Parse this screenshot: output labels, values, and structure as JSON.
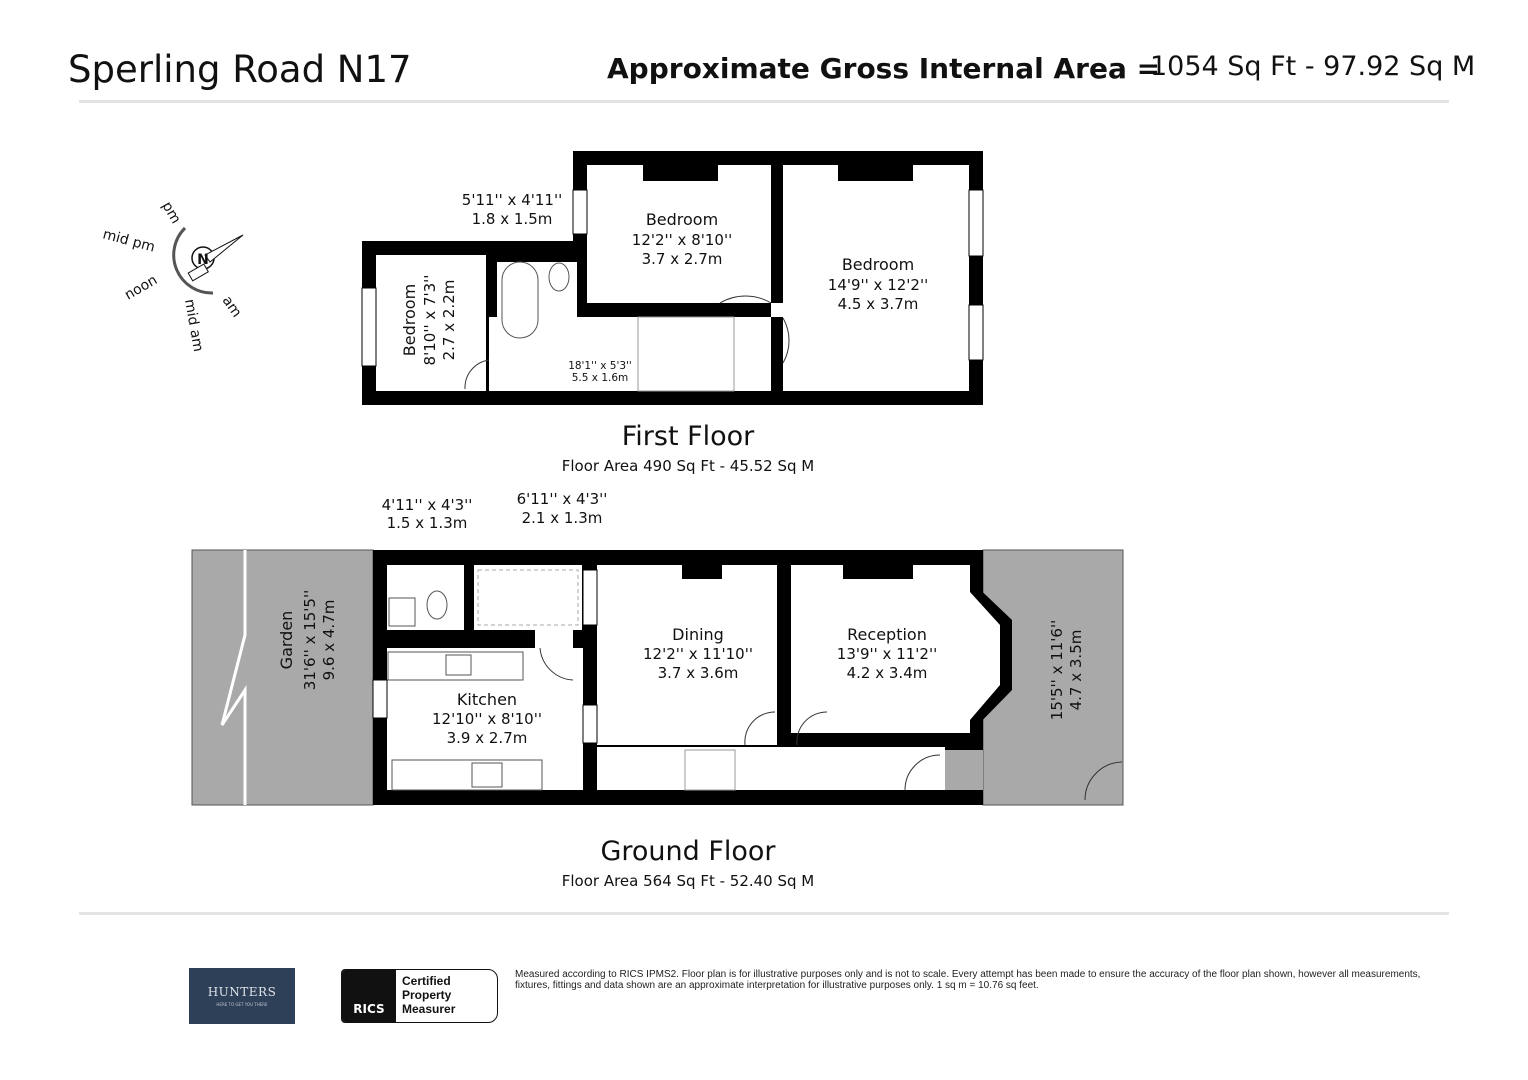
{
  "header": {
    "title": "Sperling Road N17",
    "gia_label": "Approximate Gross Internal Area =",
    "gia_value": "1054 Sq Ft - 97.92 Sq M"
  },
  "compass": {
    "north": "N",
    "labels": [
      "pm",
      "mid pm",
      "noon",
      "mid am",
      "am"
    ]
  },
  "first_floor": {
    "name": "First Floor",
    "area": "Floor Area 490 Sq Ft - 45.52 Sq M",
    "rooms": [
      {
        "name": "Bedroom",
        "dim_imperial": "8'10'' x 7'3''",
        "dim_metric": "2.7 x 2.2m"
      },
      {
        "name": "",
        "dim_imperial": "5'11'' x 4'11''",
        "dim_metric": "1.8 x 1.5m"
      },
      {
        "name": "Bedroom",
        "dim_imperial": "12'2'' x 8'10''",
        "dim_metric": "3.7 x 2.7m"
      },
      {
        "name": "Bedroom",
        "dim_imperial": "14'9'' x 12'2''",
        "dim_metric": "4.5 x 3.7m"
      },
      {
        "name": "",
        "dim_imperial": "18'1'' x 5'3''",
        "dim_metric": "5.5 x 1.6m"
      }
    ]
  },
  "ground_floor": {
    "name": "Ground Floor",
    "area": "Floor Area 564 Sq Ft - 52.40 Sq M",
    "rooms": [
      {
        "name": "Garden",
        "dim_imperial": "31'6'' x 15'5''",
        "dim_metric": "9.6 x 4.7m"
      },
      {
        "name": "",
        "dim_imperial": "4'11'' x 4'3''",
        "dim_metric": "1.5 x 1.3m"
      },
      {
        "name": "",
        "dim_imperial": "6'11'' x 4'3''",
        "dim_metric": "2.1 x 1.3m"
      },
      {
        "name": "Kitchen",
        "dim_imperial": "12'10'' x 8'10''",
        "dim_metric": "3.9 x 2.7m"
      },
      {
        "name": "Dining",
        "dim_imperial": "12'2'' x 11'10''",
        "dim_metric": "3.7 x 3.6m"
      },
      {
        "name": "Reception",
        "dim_imperial": "13'9'' x 11'2''",
        "dim_metric": "4.2 x 3.4m"
      },
      {
        "name": "",
        "dim_imperial": "15'5'' x 11'6''",
        "dim_metric": "4.7 x 3.5m"
      }
    ]
  },
  "footer": {
    "agent_logo": "HUNTERS",
    "agent_tagline": "HERE TO GET YOU THERE",
    "rics_logo": "RICS",
    "rics_badge": [
      "Certified",
      "Property",
      "Measurer"
    ],
    "disclaimer": "Measured according to RICS IPMS2. Floor plan is for illustrative purposes only and is not to scale. Every attempt has been made to ensure the accuracy of the floor plan shown, however all measurements, fixtures, fittings and data shown are an approximate interpretation for illustrative purposes only. 1 sq m = 10.76 sq feet."
  },
  "colors": {
    "wall": "#000000",
    "outdoor": "#a9a9a9",
    "rule": "#e3e3e3",
    "agent_brand": "#2e3f58"
  }
}
